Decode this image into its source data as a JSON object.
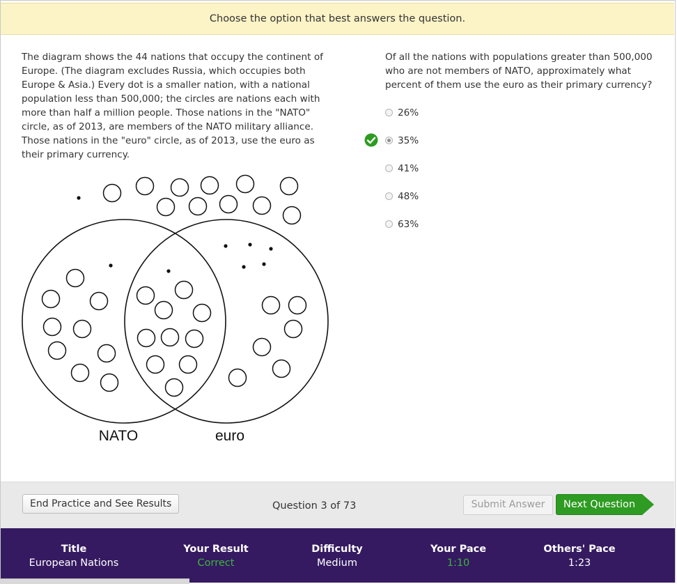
{
  "banner": {
    "text": "Choose the option that best answers the question."
  },
  "passage": {
    "text": "The diagram shows the 44 nations that occupy the continent of Europe.  (The diagram excludes Russia, which occupies both Europe & Asia.)  Every dot is a smaller nation, with a national population less than 500,000; the circles are nations each with more than half a million people.  Those nations in the \"NATO\" circle, as of 2013, are members of the NATO military alliance.  Those nations in the \"euro\" circle, as of 2013, use the euro as their primary currency."
  },
  "diagram": {
    "left_label": "NATO",
    "right_label": "euro"
  },
  "question": {
    "text": "Of all the nations with populations greater than 500,000 who are not members of NATO, approximately what percent of them use the euro as their primary currency?",
    "options": [
      "26%",
      "35%",
      "41%",
      "48%",
      "63%"
    ],
    "selected_index": 1,
    "correct_index": 1
  },
  "toolbar": {
    "end_label": "End Practice and See Results",
    "counter": "Question 3 of 73",
    "submit_label": "Submit Answer",
    "next_label": "Next Question"
  },
  "footer": {
    "stats": [
      {
        "title": "Title",
        "value": "European Nations",
        "value_color": "white"
      },
      {
        "title": "Your Result",
        "value": "Correct",
        "value_color": "green"
      },
      {
        "title": "Difficulty",
        "value": "Medium",
        "value_color": "white"
      },
      {
        "title": "Your Pace",
        "value": "1:10",
        "value_color": "green"
      },
      {
        "title": "Others' Pace",
        "value": "1:23",
        "value_color": "white"
      }
    ]
  },
  "colors": {
    "banner_bg": "#fcf3c6",
    "next_button": "#2e9b22",
    "footer_bg": "#351a61",
    "correct_green": "#3cb53c"
  },
  "icons": {
    "correct": "check-circle-icon"
  }
}
